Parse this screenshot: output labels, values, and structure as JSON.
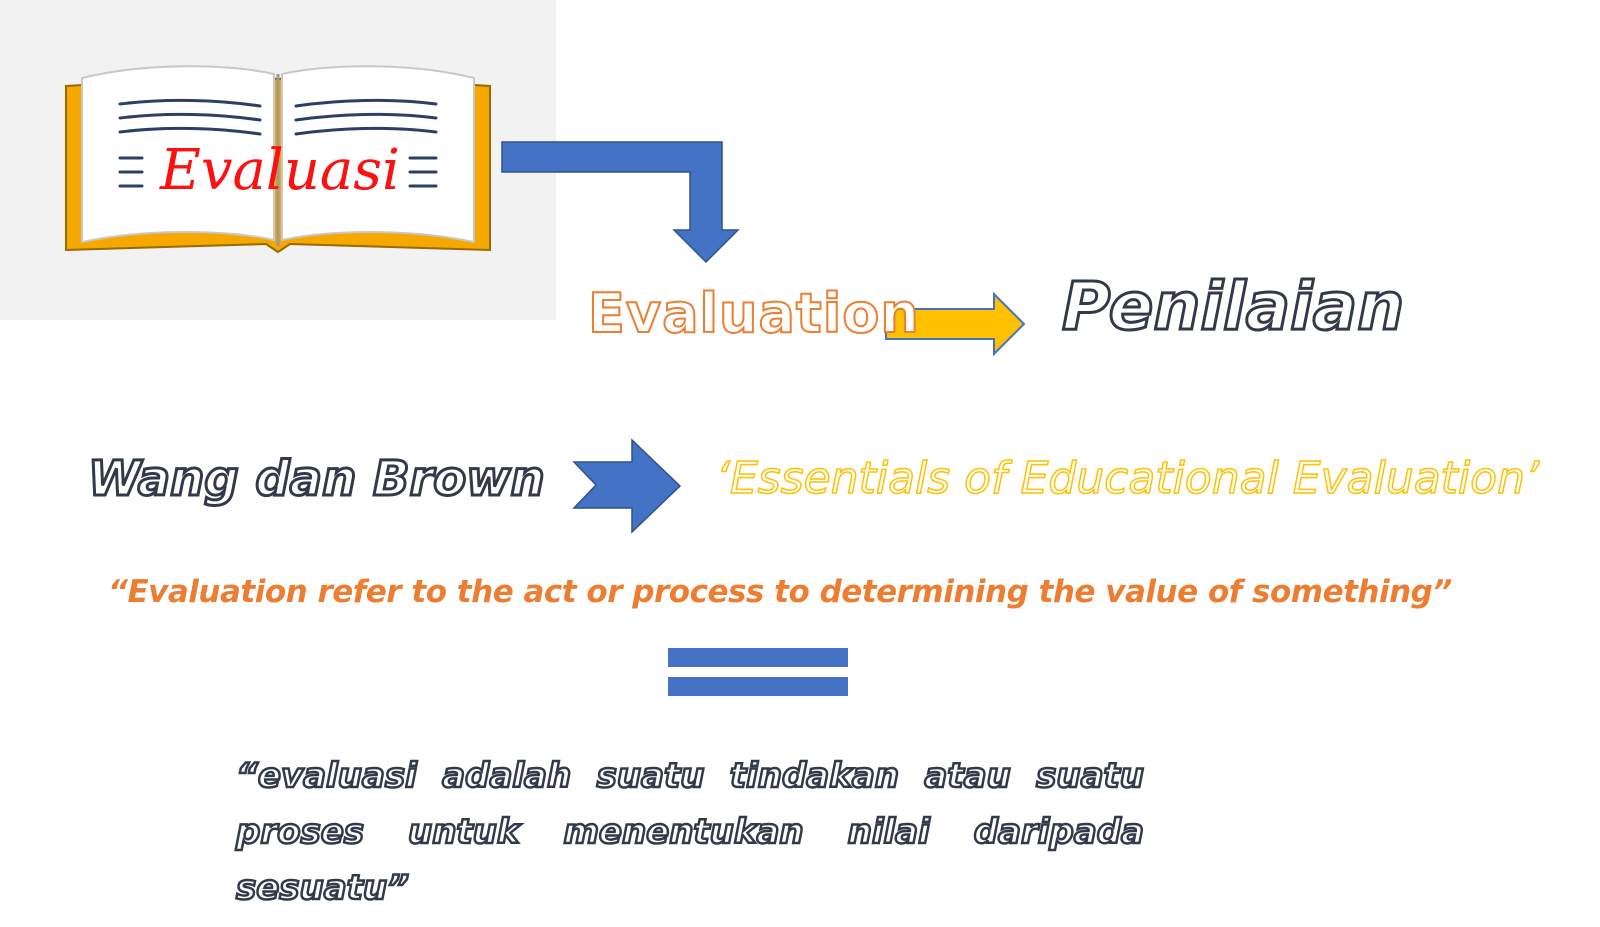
{
  "book": {
    "title": "Evaluasi",
    "icon": "open-book-icon"
  },
  "terms": {
    "english": "Evaluation",
    "indonesian": "Penilaian"
  },
  "source": {
    "authors": "Wang dan Brown",
    "book_title": "‘Essentials of Educational Evaluation’"
  },
  "definition": {
    "english": "“Evaluation refer to the act or process to determining the value of something”",
    "indonesian": "“evaluasi adalah suatu tindakan atau suatu proses untuk menentukan nilai daripada sesuatu”"
  },
  "colors": {
    "orange": "#ed7d31",
    "yellow": "#ffc000",
    "blue": "#4472c4",
    "dark": "#323a4a",
    "red": "#ff1010"
  }
}
